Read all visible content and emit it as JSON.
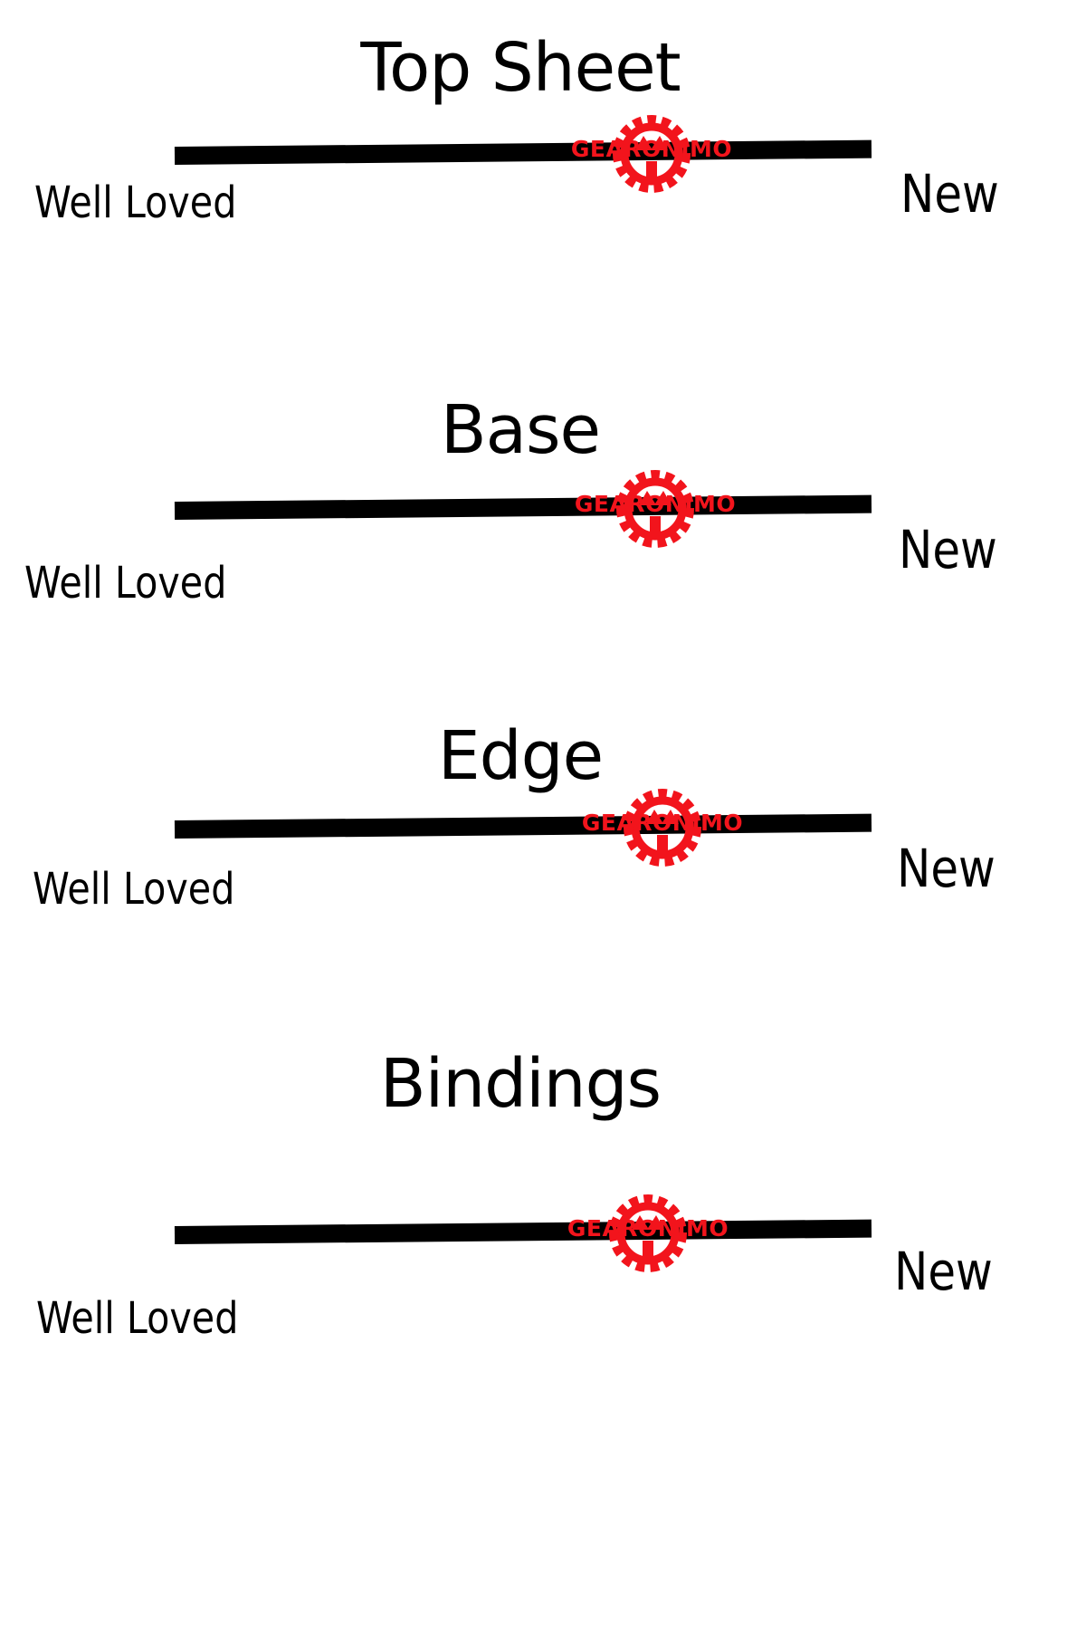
{
  "colors": {
    "text": "#000000",
    "track": "#000000",
    "marker": "#f2141c",
    "background": "#ffffff"
  },
  "sections": [
    {
      "title": "Top Sheet",
      "left_label": "Well Loved",
      "right_label": "New",
      "marker_text": "GEARONIMO"
    },
    {
      "title": "Base",
      "left_label": "Well Loved",
      "right_label": "New",
      "marker_text": "GEARONIMO"
    },
    {
      "title": "Edge",
      "left_label": "Well Loved",
      "right_label": "New",
      "marker_text": "GEARONIMO"
    },
    {
      "title": "Bindings",
      "left_label": "Well Loved",
      "right_label": "New",
      "marker_text": "GEARONIMO"
    }
  ]
}
